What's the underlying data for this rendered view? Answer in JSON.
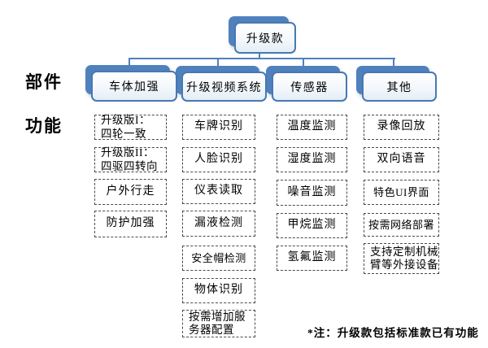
{
  "root": {
    "label": "升级款"
  },
  "row_labels": {
    "components": "部件",
    "functions": "功能"
  },
  "columns": [
    {
      "header": "车体加强",
      "items": [
        {
          "label": "升级版I：\n四轮一致"
        },
        {
          "label": "升级版II：\n四驱四转向"
        },
        {
          "label": "户外行走"
        },
        {
          "label": "防护加强"
        }
      ]
    },
    {
      "header": "升级视频系统",
      "items": [
        {
          "label": "车牌识别"
        },
        {
          "label": "人脸识别"
        },
        {
          "label": "仪表读取"
        },
        {
          "label": "漏液检测"
        },
        {
          "label": "安全帽检测"
        },
        {
          "label": "物体识别"
        },
        {
          "label": "按需增加服\n务器配置"
        }
      ]
    },
    {
      "header": "传感器",
      "items": [
        {
          "label": "温度监测"
        },
        {
          "label": "湿度监测"
        },
        {
          "label": "噪音监测"
        },
        {
          "label": "甲烷监测"
        },
        {
          "label": "氢氟监测"
        }
      ]
    },
    {
      "header": "其他",
      "items": [
        {
          "label": "录像回放"
        },
        {
          "label": "双向语音"
        },
        {
          "label": "特色UI界面"
        },
        {
          "label": "按需网络部署"
        },
        {
          "label": "支持定制机械\n臂等外接设备"
        }
      ]
    }
  ],
  "footnote": "*注：升级款包括标准款已有功能",
  "colors": {
    "accent": "#4F81BD",
    "node_border": "#4878B2",
    "dashed_border": "#4A4A4A"
  }
}
